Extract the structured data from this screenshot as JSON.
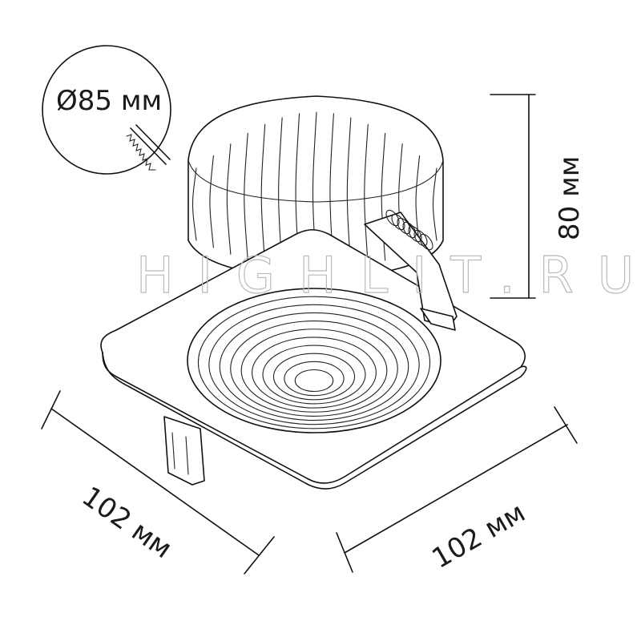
{
  "labels": {
    "diameter": "Ø85 мм",
    "height": "80 мм",
    "width_left": "102 мм",
    "width_right": "102 мм"
  },
  "watermark": "HIGHLIT.RU",
  "colors": {
    "line": "#111111",
    "watermark": "#b9b9b9",
    "background": "#ffffff"
  }
}
